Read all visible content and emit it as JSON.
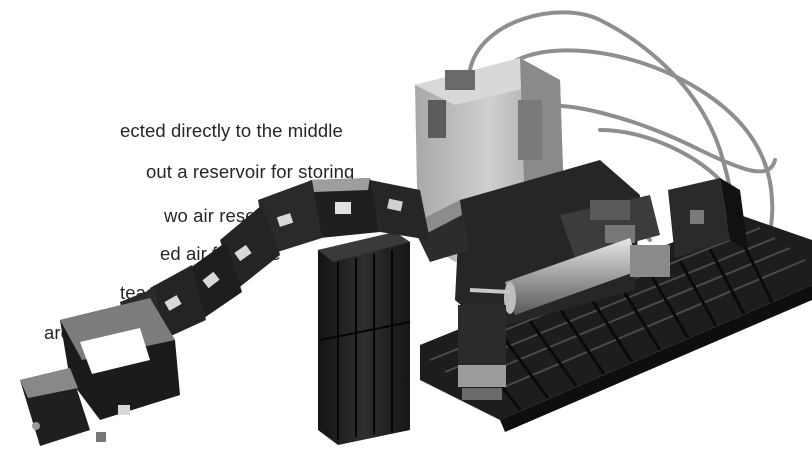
{
  "body_text": {
    "lines": [
      "ected directly to the middle",
      "out a reservoir for storing",
      "wo air reservoirs. For",
      "ed air from the",
      "tead of",
      "are"
    ]
  },
  "figure": {
    "icon": "pneumatic-construction-model",
    "colors": {
      "dark_part": "#1f1f1f",
      "gray_part": "#8c8c8c",
      "light_part": "#bdbdbd",
      "tube": "#9a9a9a"
    }
  }
}
